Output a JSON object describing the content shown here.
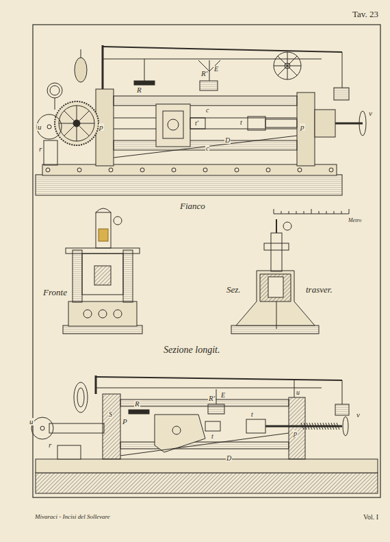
{
  "diagram": {
    "labels": [
      "Tav. 23",
      "Fianco",
      "Fronte",
      "Sez.",
      "trasver.",
      "Sezione longit.",
      "Metro",
      "Mivaraci - Incisi del Sollevare",
      "Vol. I",
      "R",
      "R'",
      "E",
      "c",
      "p",
      "t'",
      "t",
      "D",
      "c",
      "p",
      "v",
      "u",
      "r",
      "E",
      "R",
      "R'",
      "u",
      "v",
      "r",
      "u",
      "S",
      "P",
      "t",
      "t",
      "D",
      "p"
    ]
  }
}
